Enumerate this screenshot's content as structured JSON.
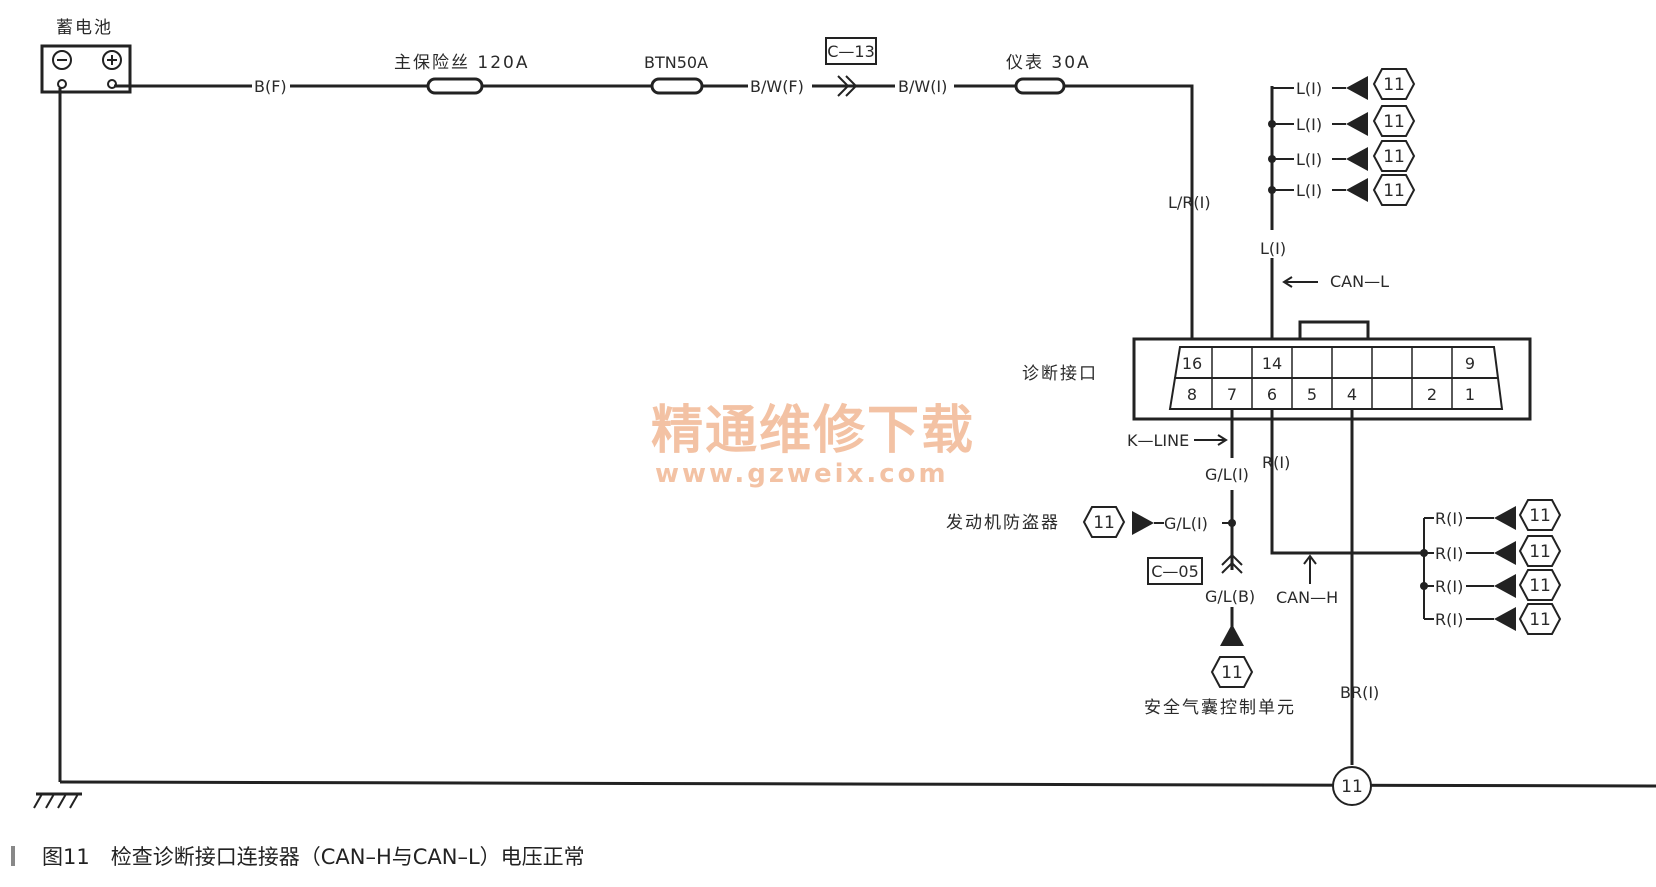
{
  "labels": {
    "battery": "蓄电池",
    "wire_bf": "B(F)",
    "main_fuse": "主保险丝 120A",
    "btn_fuse": "BTN50A",
    "wire_bwf": "B/W(F)",
    "connector_c13": "C—13",
    "wire_bwi": "B/W(I)",
    "meter_fuse": "仪表 30A",
    "wire_lr": "L/R(I)",
    "wire_l": "L(I)",
    "can_l": "CAN—L",
    "diag_port": "诊断接口",
    "k_line": "K—LINE",
    "wire_gl_i": "G/L(I)",
    "wire_r": "R(I)",
    "immobilizer": "发动机防盗器",
    "connector_c05": "C—05",
    "wire_gl_b": "G/L(B)",
    "can_h": "CAN—H",
    "airbag": "安全气囊控制单元",
    "wire_br": "BR(I)",
    "ref": "11",
    "ground": "11",
    "watermark_cn": "精通维修下载",
    "watermark_url": "www.gzweix.com"
  },
  "pins_top": [
    "16",
    "14",
    "9"
  ],
  "pins_bottom": [
    "8",
    "7",
    "6",
    "5",
    "4",
    "2",
    "1"
  ],
  "caption": "图11　检查诊断接口连接器（CAN–H与CAN–L）电压正常"
}
